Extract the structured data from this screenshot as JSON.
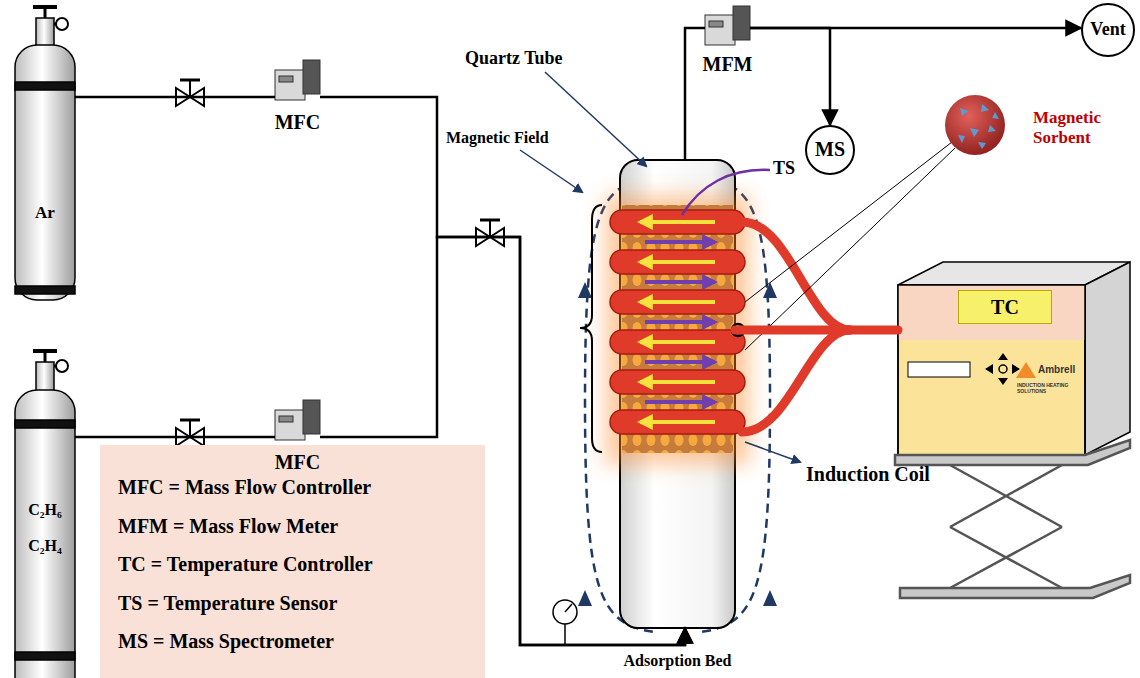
{
  "diagram": {
    "nodes": [
      {
        "text": [
          "Ar"
        ]
      },
      {
        "text": [
          "MFC"
        ]
      },
      {
        "text": [
          "C₂H₆ C₂H₄"
        ]
      },
      {
        "text": [
          "MFC"
        ]
      },
      {
        "text": [
          "Adsorption Bed"
        ]
      },
      {
        "text": [
          "MFM"
        ]
      },
      {
        "text": [
          "MS"
        ]
      },
      {
        "text": [
          "Vent"
        ]
      },
      {
        "text": [
          "TC",
          "Ambrell",
          "INDUCTION HEATING SOLUTIONS"
        ]
      }
    ],
    "edges": [
      {
        "from": 0,
        "to": 1,
        "arrow": "none"
      },
      {
        "from": 2,
        "to": 3,
        "arrow": "none"
      },
      {
        "from": 1,
        "to": 4,
        "arrow": "to"
      },
      {
        "from": 3,
        "to": 4,
        "arrow": "to"
      },
      {
        "from": 4,
        "to": 5,
        "arrow": "none"
      },
      {
        "from": 5,
        "to": 7,
        "arrow": "to"
      },
      {
        "from": 5,
        "to": 6,
        "arrow": "to"
      },
      {
        "from": 8,
        "to": 4,
        "arrow": "none"
      }
    ],
    "labels": [
      "Quartz Tube",
      "Magnetic Field",
      "TS",
      "Magnetic Sorbent",
      "Induction Coil"
    ],
    "legend": [
      {
        "text": "MFC = Mass Flow Controller"
      },
      {
        "text": "MFM = Mass Flow Meter"
      },
      {
        "text": "TC = Temperature Controller"
      },
      {
        "text": "TS = Temperature Sensor"
      },
      {
        "text": "MS = Mass Spectrometer"
      }
    ]
  }
}
